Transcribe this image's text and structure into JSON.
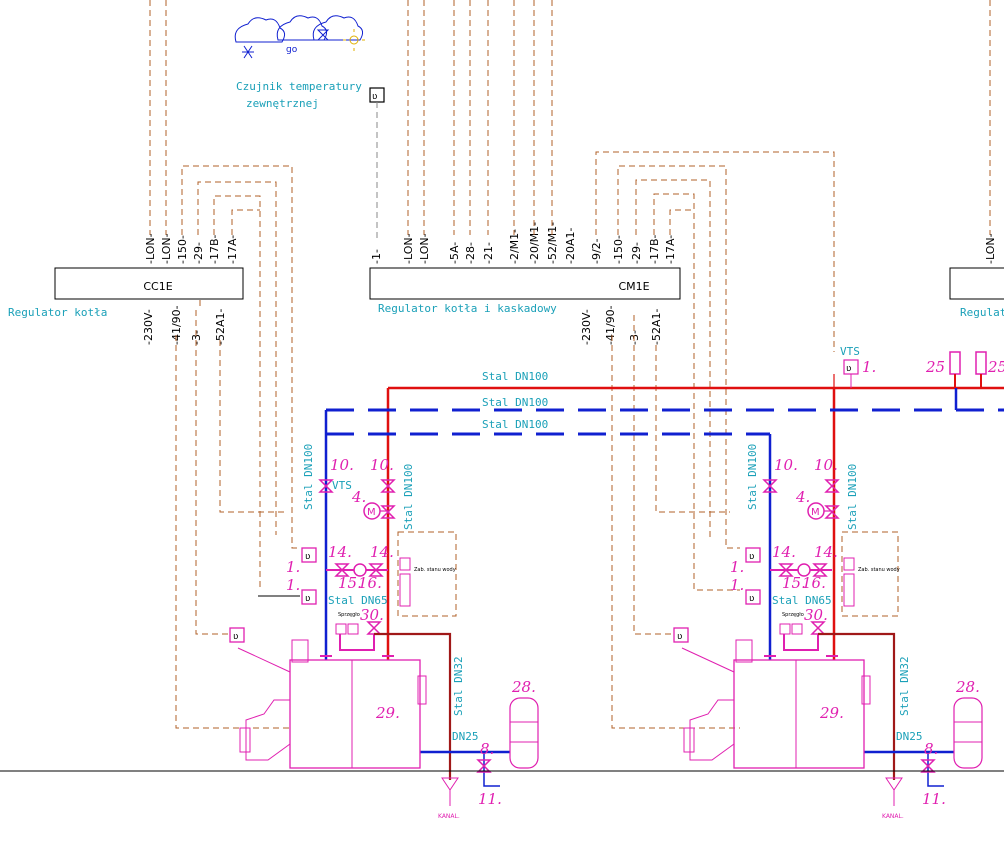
{
  "title": {
    "sensor_line1": "Czujnik temperatury",
    "sensor_line2": "zewnętrznej"
  },
  "controllers": [
    {
      "label": "CC1E",
      "caption": "Regulator kotła",
      "top_terminals": [
        "LON",
        "LON",
        "150",
        "29",
        "17B",
        "17A"
      ],
      "bottom_terminals": [
        "230V",
        "41/90",
        "3",
        "52A1"
      ]
    },
    {
      "label": "CM1E",
      "caption": "Regulator kotła i kaskadowy",
      "top_terminals": [
        "1",
        "LON",
        "LON",
        "5A",
        "28",
        "21",
        "2/M1",
        "20/M1",
        "52/M1",
        "20A1",
        "9/2",
        "150",
        "29",
        "17B",
        "17A"
      ],
      "bottom_terminals": [
        "230V",
        "41/90",
        "3",
        "52A1"
      ]
    },
    {
      "label": "",
      "caption": "Regulat",
      "top_terminals": [
        "LON"
      ],
      "bottom_terminals": []
    }
  ],
  "pipes": {
    "main_supply": "Stal DN100",
    "main_return1": "Stal DN100",
    "main_return2": "Stal DN100",
    "riser_left": "Stal DN100",
    "riser_right": "Stal DN100",
    "header_dn65": "Stal DN65",
    "drain_dn32": "Stal DN32",
    "drain_dn25": "DN25"
  },
  "labels": {
    "vts": "VTS",
    "water_level": "Zab. stanu wody",
    "kanal": "KANAL.",
    "sprzegło": "Sprzęgło"
  },
  "item_numbers": {
    "n1": "1.",
    "n4": "4.",
    "n8": "8.",
    "n10": "10.",
    "n11": "11.",
    "n14": "14.",
    "n15": "15.",
    "n16": "16.",
    "n25": "25",
    "n25b": "25",
    "n28": "28.",
    "n29": "29.",
    "n30": "30."
  },
  "colors": {
    "supply": "#e01010",
    "return": "#1020d0",
    "control_wiring": "#b0602a",
    "equipment": "#e020b0",
    "annotation": "#1aa0b8",
    "safety": "#a01818"
  }
}
